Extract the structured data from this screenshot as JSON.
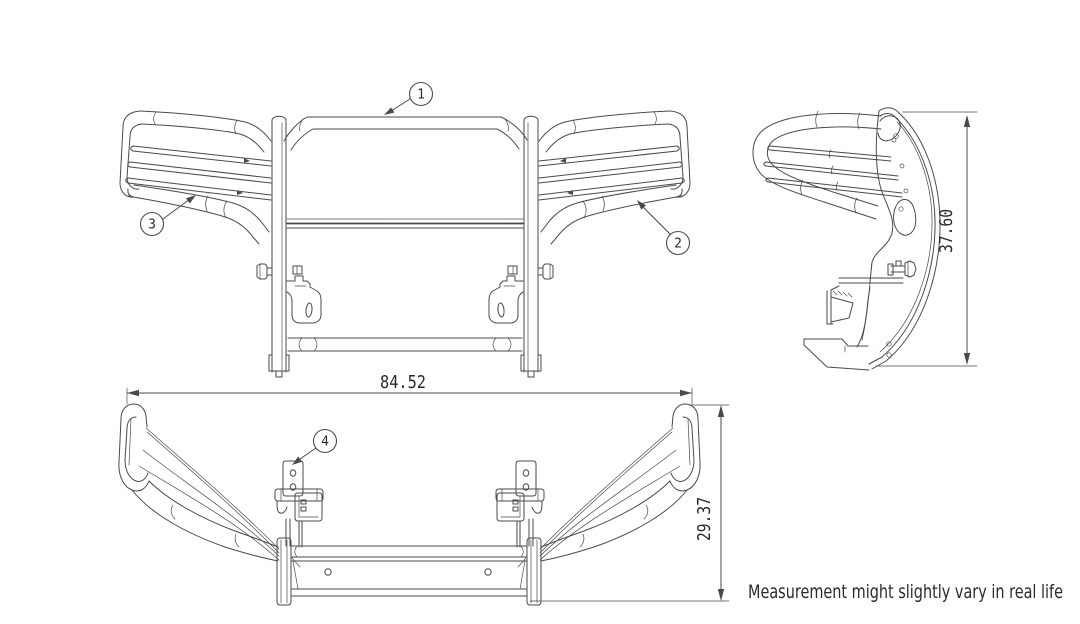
{
  "colors": {
    "background": "#ffffff",
    "line": "#4a4a4a",
    "text": "#2a2a2a"
  },
  "callouts": [
    {
      "label": "1"
    },
    {
      "label": "2"
    },
    {
      "label": "3"
    },
    {
      "label": "4"
    }
  ],
  "dimensions": {
    "width": "84.52",
    "depth": "29.37",
    "height": "37.60"
  },
  "note": "Measurement might slightly vary in real life"
}
